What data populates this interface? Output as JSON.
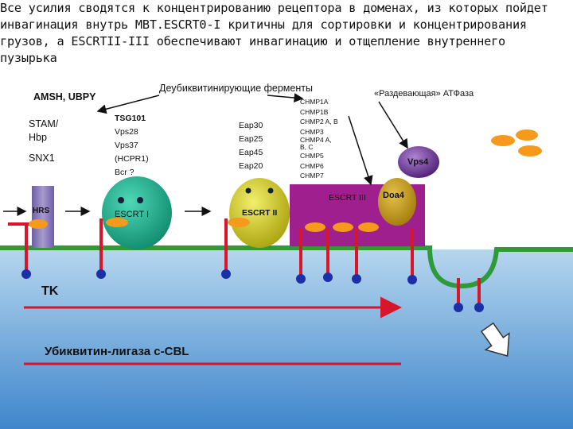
{
  "title": "Все усилия сводятся к концентрированию рецептора в доменах, из которых пойдет инвагинация внутрь МВТ.ESCRT0-I критичны для сортировки и концентрирования грузов, а ESCRTII-III обеспечивают инвагинацию и отщепление внутреннего пузырька",
  "labels": {
    "amsh": "AMSH, UBPY",
    "deubiq": "Деубиквитинирующие ферменты",
    "atpase": "«Раздевающая» АТФаза",
    "stam": "STAM/\nHbp",
    "snx1": "SNX1",
    "hrs": "HRS",
    "escrt1_list": [
      "TSG101",
      "Vps28",
      "Vps37",
      "(HCPR1)",
      "Bcr ?"
    ],
    "escrt1": "ESCRT I",
    "eap_list": [
      "Eap30",
      "Eap25",
      "Eap45",
      "Eap20"
    ],
    "escrt2": "ESCRT II",
    "chmp_list": [
      "CHMP1A",
      "CHMP1B",
      "CHMP2 A, B",
      "CHMP3",
      "CHMP4 A,",
      "B, C",
      "CHMP5",
      "CHMP6",
      "CHMP7"
    ],
    "escrt3": "ESCRT III",
    "doa4": "Doa4",
    "vps4": "Vps4",
    "tk": "TK",
    "ligase": "Убиквитин-лигаза с-CBL"
  },
  "colors": {
    "cytosol": "#ffffff",
    "lumen_top": "#a9cde7",
    "lumen_bottom": "#4a8fd0",
    "membrane": "#2f9a3a",
    "receptor": "#d9152c",
    "receptor_head": "#1a2fa8",
    "ubiquitin": "#f59a1a",
    "hrs": "#8a7bb6",
    "escrt1": "#1aa98a",
    "escrt2": "#c8c21c",
    "escrt3": "#a01f8e",
    "doa4": "#c79b17",
    "vps4": "#5e2a86",
    "arrow": "#d9152c"
  }
}
